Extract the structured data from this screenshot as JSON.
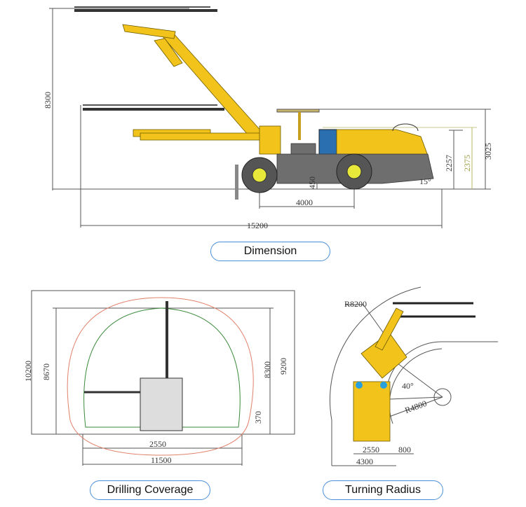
{
  "side_view": {
    "dims": {
      "height_max": "8300",
      "length": "15200",
      "wheelbase": "4000",
      "ground_clearance": "450",
      "height_roof": "3025",
      "height_body": "2257",
      "height_canopy": "2375",
      "departure_angle": "15°"
    },
    "label": "Dimension"
  },
  "coverage_view": {
    "dims": {
      "height_outer": "10200",
      "height_inner": "8670",
      "height_8300": "8300",
      "height_9200": "9200",
      "offset": "370",
      "width_machine": "2550",
      "width": "11500"
    },
    "label": "Drilling Coverage"
  },
  "turning_view": {
    "dims": {
      "outer_radius": "R8200",
      "inner_radius": "R4800",
      "angle": "40°",
      "width_machine": "2550",
      "clearance": "800",
      "total_width": "4300"
    },
    "label": "Turning Radius"
  },
  "colors": {
    "body": "#f2c31a",
    "chassis": "#6e6e6e",
    "pill_border": "#4a90d9",
    "envelope_green": "#3a8a3a",
    "envelope_orange": "#e0806a"
  }
}
